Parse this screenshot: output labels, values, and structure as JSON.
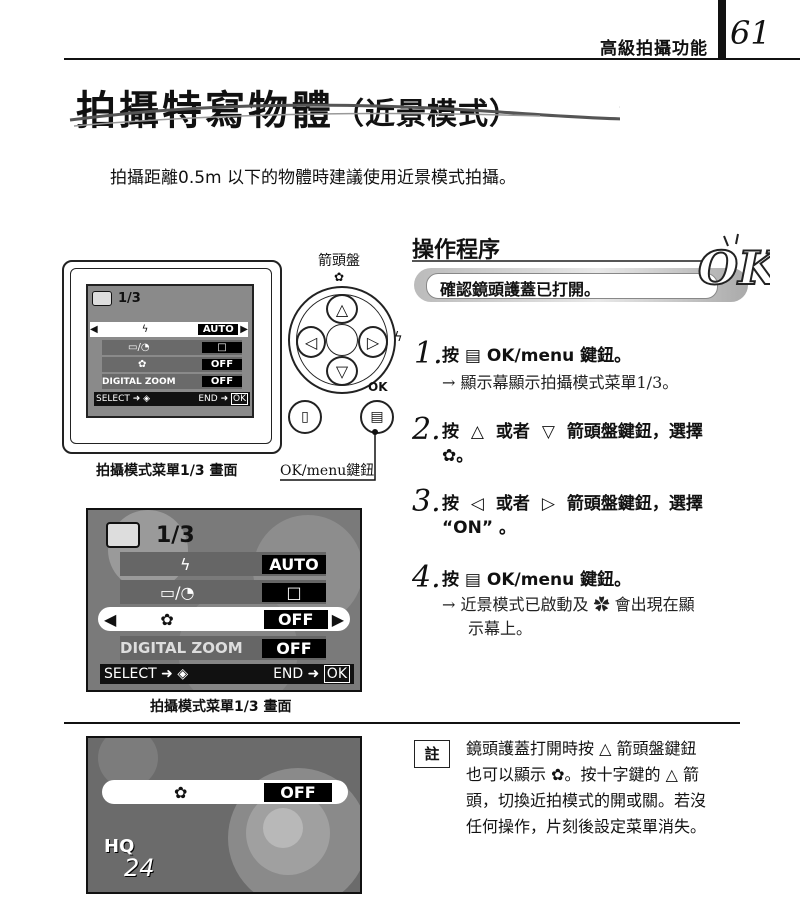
{
  "header": {
    "section": "高級拍攝功能",
    "page_number": "61"
  },
  "title": {
    "main": "拍攝特寫物體",
    "sub": "（近景模式）"
  },
  "intro": "拍攝距離0.5m 以下的物體時建議使用近景模式拍攝。",
  "menu": {
    "page": "1/3",
    "flash_value": "AUTO",
    "drive_value": "□",
    "macro_value": "OFF",
    "digital_zoom_label": "DIGITAL ZOOM",
    "digital_zoom_value": "OFF",
    "select_label": "SELECT ➜",
    "end_label": "END ➜",
    "ok_label": "OK"
  },
  "figure": {
    "dial_label": "箭頭盤",
    "ok_label": "OK",
    "okmenu_caption": "OK/menu鍵鈕",
    "caption1": "拍攝模式菜單1/3 畫面",
    "caption2": "拍攝模式菜單1/3 畫面"
  },
  "procedure": {
    "title": "操作程序",
    "banner": "確認鏡頭護蓋已打開。",
    "steps": [
      {
        "num": "1.",
        "text": "按 ▤ OK/menu 鍵鈕。",
        "sub": "→  顯示幕顯示拍攝模式菜單1/3。"
      },
      {
        "num": "2.",
        "text_a": "按 △ 或者 ▽ 箭頭盤鍵鈕，選擇",
        "text_b": "✿。"
      },
      {
        "num": "3.",
        "text_a": "按 ◁ 或者 ▷ 箭頭盤鍵鈕，選擇",
        "text_b": "“ON” 。"
      },
      {
        "num": "4.",
        "text": "按 ▤ OK/menu 鍵鈕。",
        "sub_a": "→  近景模式已啟動及 ✿ 會出現在顯",
        "sub_b": "示幕上。"
      }
    ]
  },
  "screen3": {
    "macro_value": "OFF",
    "quality": "HQ",
    "count": "24"
  },
  "note": {
    "icon": "註",
    "lines": [
      "鏡頭護蓋打開時按 △ 箭頭盤鍵鈕",
      "也可以顯示 ✿。按十字鍵的 △ 箭",
      "頭，切換近拍模式的開或關。若沒",
      "任何操作，片刻後設定菜單消失。"
    ]
  }
}
